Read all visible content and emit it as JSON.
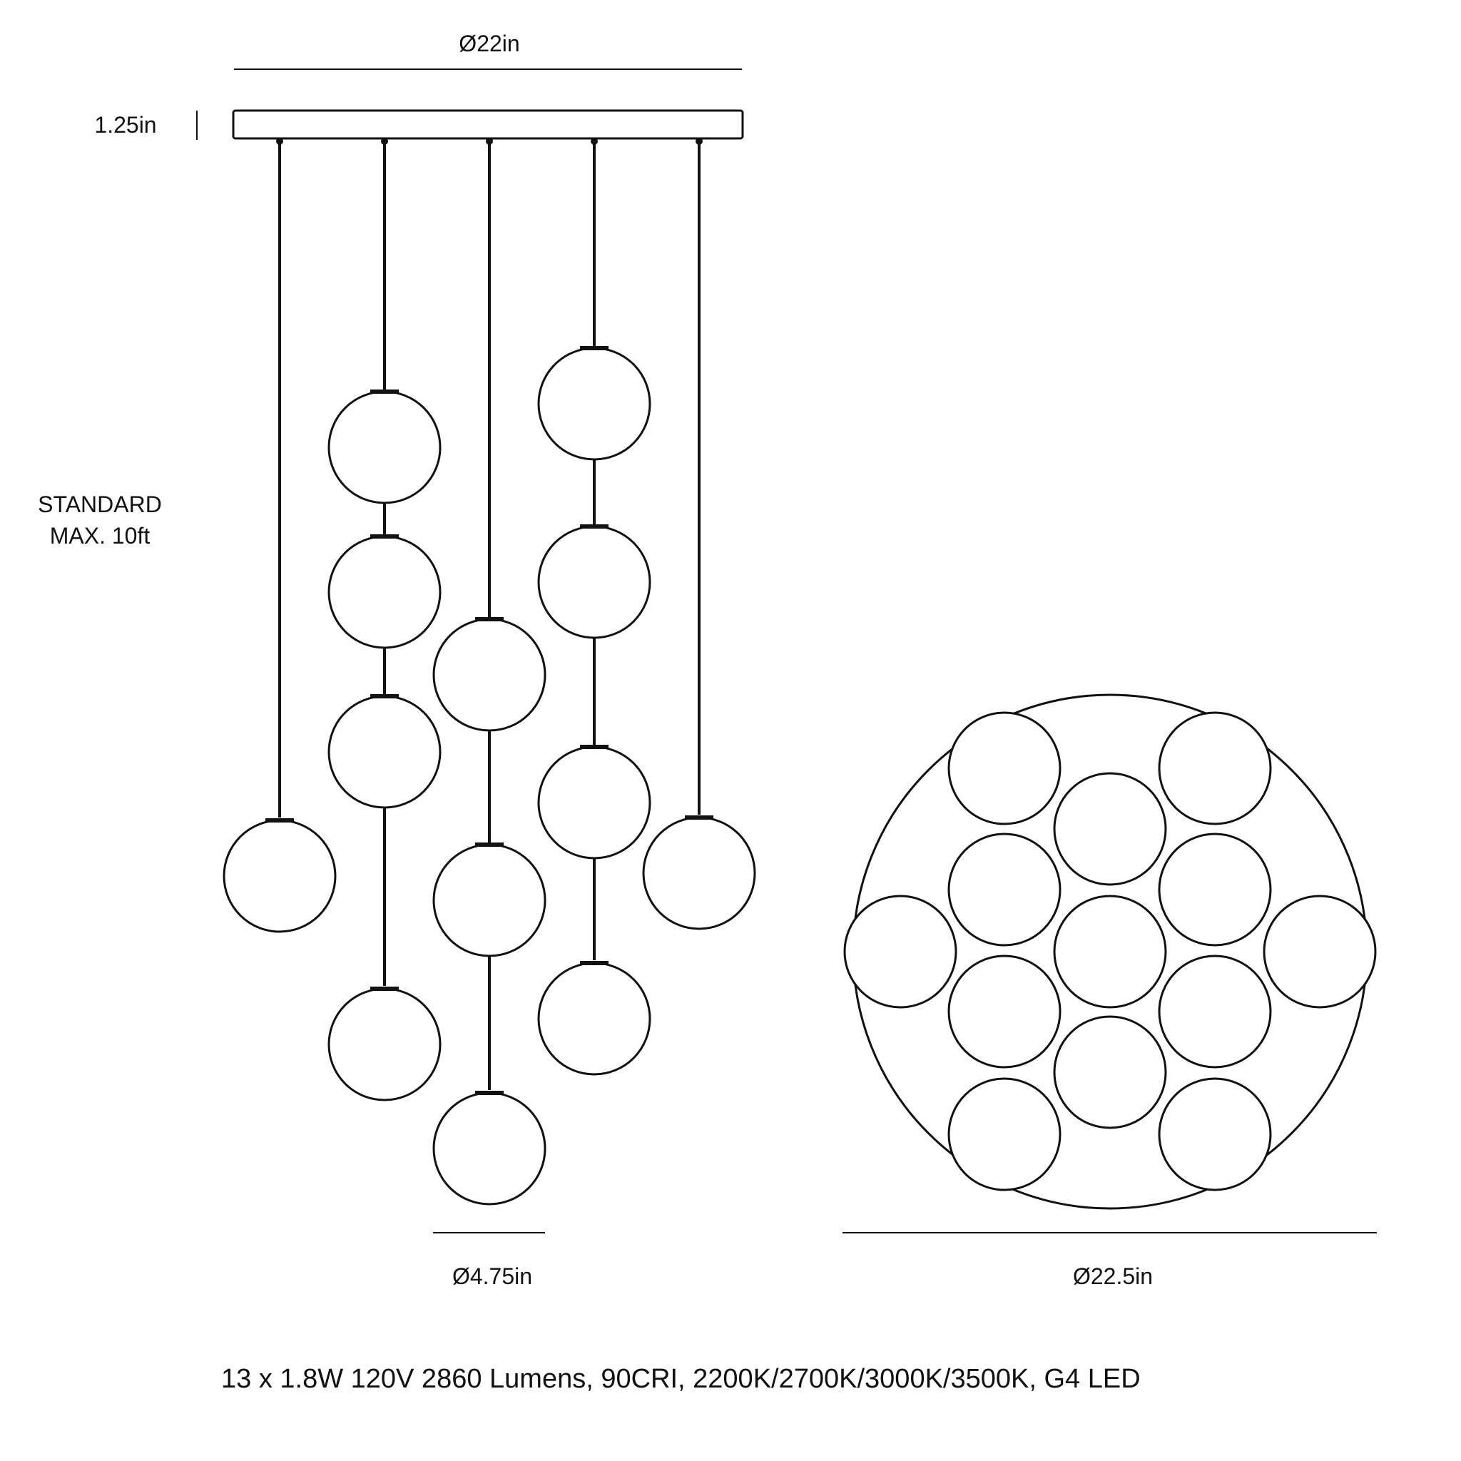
{
  "dimensions": {
    "canopy_diameter": "Ø22in",
    "canopy_height": "1.25in",
    "drop_line1": "STANDARD",
    "drop_line2": "MAX. 10ft",
    "globe_diameter": "Ø4.75in",
    "overall_diameter": "Ø22.5in"
  },
  "specs": {
    "line": "13 x 1.8W 120V 2860 Lumens, 90CRI, 2200K/2700K/3000K/3500K, G4 LED"
  },
  "colors": {
    "line": "#111111",
    "background": "#ffffff"
  }
}
